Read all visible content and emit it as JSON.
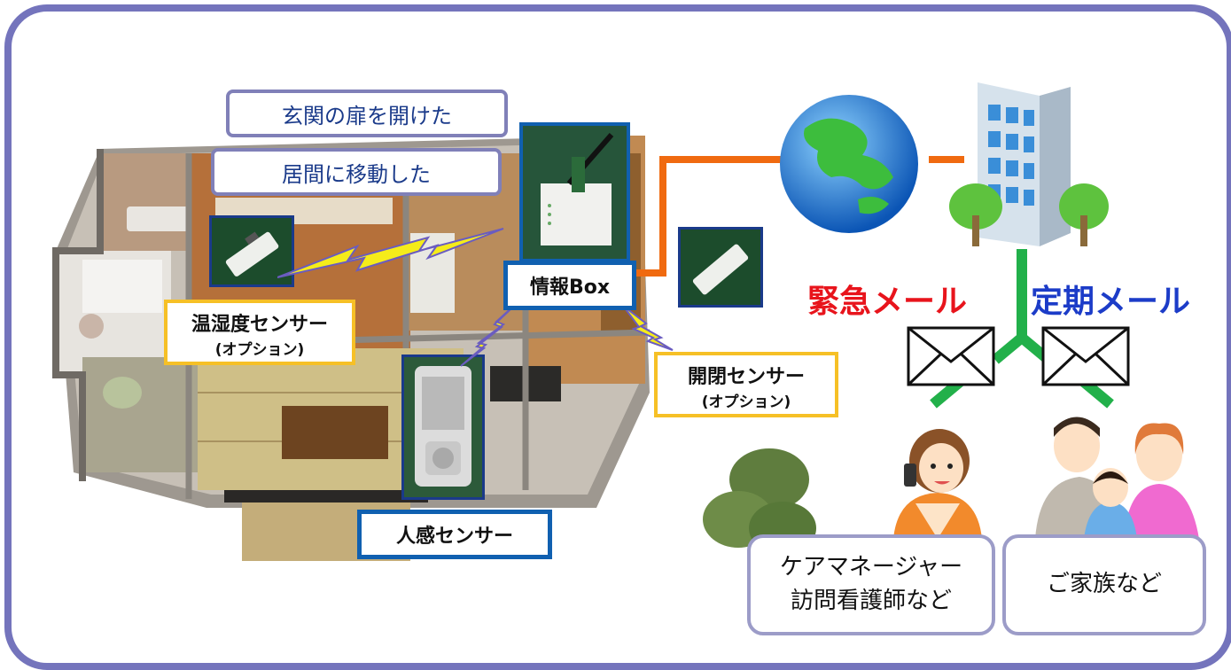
{
  "callouts": {
    "entrance": "玄関の扉を開けた",
    "living": "居間に移動した"
  },
  "sensors": {
    "temp_humidity": {
      "name": "温湿度センサー",
      "note": "(オプション)"
    },
    "infobox": "情報Box",
    "door": {
      "name": "開閉センサー",
      "note": "(オプション)"
    },
    "motion": "人感センサー"
  },
  "mail": {
    "emergency": "緊急メール",
    "regular": "定期メール"
  },
  "recipients": {
    "care": [
      "ケアマネージャー",
      "訪問看護師など"
    ],
    "family": "ご家族など"
  },
  "colors": {
    "frame": "#7474bc",
    "emergency": "#e8141c",
    "regular": "#1c3cc8",
    "network_line": "#f06a10",
    "mail_tree": "#22b04a",
    "label_border": "#f6c026",
    "blue_border": "#1060b0"
  },
  "icons": [
    "globe-icon",
    "building-icon",
    "envelope-icon",
    "caregiver-icon",
    "family-icon",
    "lightning-icon",
    "bush-icon"
  ]
}
